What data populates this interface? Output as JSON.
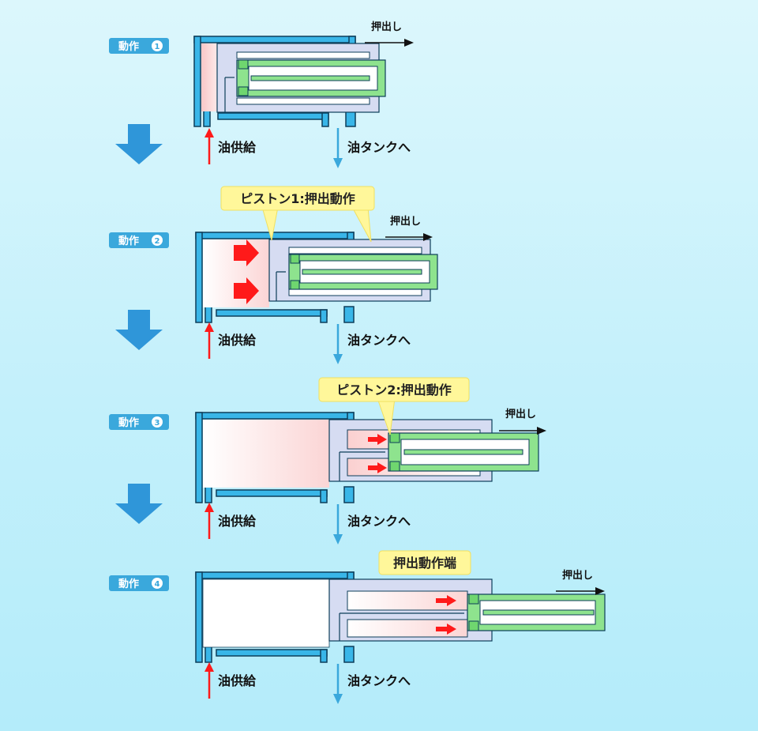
{
  "steps": [
    {
      "label": "動作",
      "number": "1",
      "push_label": "押出し",
      "supply_label": "油供給",
      "tank_label": "油タンクへ"
    },
    {
      "label": "動作",
      "number": "2",
      "push_label": "押出し",
      "supply_label": "油供給",
      "tank_label": "油タンクへ",
      "callout": "ピストン1:押出動作"
    },
    {
      "label": "動作",
      "number": "3",
      "push_label": "押出し",
      "supply_label": "油供給",
      "tank_label": "油タンクへ",
      "callout": "ピストン2:押出動作"
    },
    {
      "label": "動作",
      "number": "4",
      "push_label": "押出し",
      "supply_label": "油供給",
      "tank_label": "油タンクへ",
      "callout": "押出動作端"
    }
  ],
  "colors": {
    "wall": "#39b6e8",
    "wall_stroke": "#0d3e5a",
    "green": "#8ee38e",
    "lavender": "#d6dcf2",
    "oil_pink": "#f9c8c8",
    "red_arrow": "#ff1a1a",
    "blue_arrow": "#3aa8dc",
    "badge": "#3aa8dc",
    "callout": "#fff79a"
  },
  "icons": {
    "step_arrow": "down-arrow-icon",
    "push_arrow": "right-arrow-icon",
    "supply_arrow": "up-arrow-icon",
    "tank_arrow": "down-arrow-icon",
    "pressure_arrow": "right-arrow-icon"
  }
}
